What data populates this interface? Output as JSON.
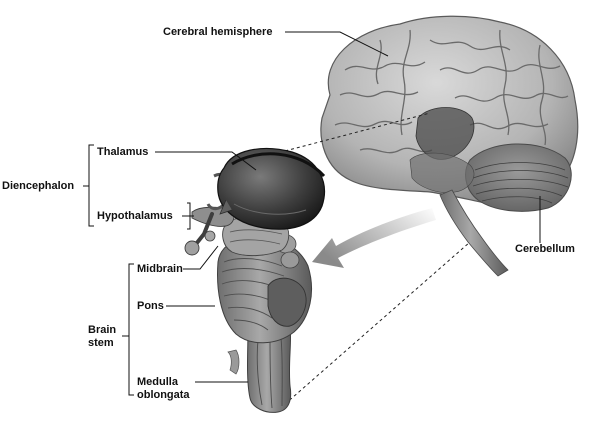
{
  "labels": {
    "cerebral_hemisphere": "Cerebral hemisphere",
    "diencephalon": "Diencephalon",
    "thalamus": "Thalamus",
    "hypothalamus": "Hypothalamus",
    "midbrain": "Midbrain",
    "pons": "Pons",
    "brain_stem": "Brain\nstem",
    "medulla_oblongata": "Medulla\noblongata",
    "cerebellum": "Cerebellum"
  }
}
